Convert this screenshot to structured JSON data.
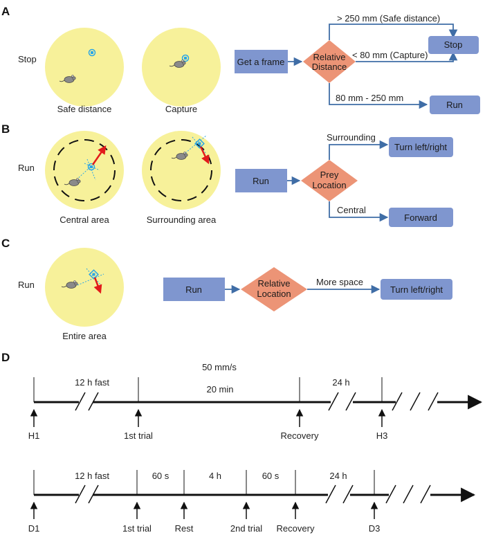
{
  "colors": {
    "arena": "#f7f19a",
    "box": "#7f96cf",
    "diamond": "#ec9476",
    "line": "#3f6da6",
    "arrow_red": "#e21b1b",
    "timeline": "#111111",
    "prey": "#2aa6e6"
  },
  "icons": [
    "mouse-icon",
    "prey-marker-icon",
    "heading-arrow-icon"
  ],
  "panel_a": {
    "label": "A",
    "row_label": "Stop",
    "arena1_caption": "Safe distance",
    "arena2_caption": "Capture",
    "start_box": "Get a frame",
    "decision_line1": "Relative",
    "decision_line2": "Distance",
    "cond_safe": "> 250 mm (Safe distance)",
    "cond_capture": "< 80 mm (Capture)",
    "cond_run": "80 mm - 250 mm",
    "stop_box": "Stop",
    "run_box": "Run"
  },
  "panel_b": {
    "label": "B",
    "row_label": "Run",
    "arena1_caption": "Central area",
    "arena2_caption": "Surrounding area",
    "start_box": "Run",
    "decision_line1": "Prey",
    "decision_line2": "Location",
    "cond_surrounding": "Surrounding",
    "cond_central": "Central",
    "turn_box": "Turn left/right",
    "forward_box": "Forward"
  },
  "panel_c": {
    "label": "C",
    "row_label": "Run",
    "arena_caption": "Entire area",
    "start_box": "Run",
    "decision_line1": "Relative",
    "decision_line2": "Location",
    "cond_space": "More space",
    "turn_box": "Turn left/right"
  },
  "panel_d": {
    "label": "D",
    "speed": "50 mm/s",
    "timeline1": {
      "fast": "12 h fast",
      "duration": "20 min",
      "gap": "24 h",
      "markers": [
        "H1",
        "1st trial",
        "Recovery",
        "H3"
      ]
    },
    "timeline2": {
      "fast": "12 h fast",
      "seg1": "60 s",
      "seg2": "4 h",
      "seg3": "60 s",
      "gap": "24 h",
      "markers": [
        "D1",
        "1st trial",
        "Rest",
        "2nd trial",
        "Recovery",
        "D3"
      ]
    }
  }
}
